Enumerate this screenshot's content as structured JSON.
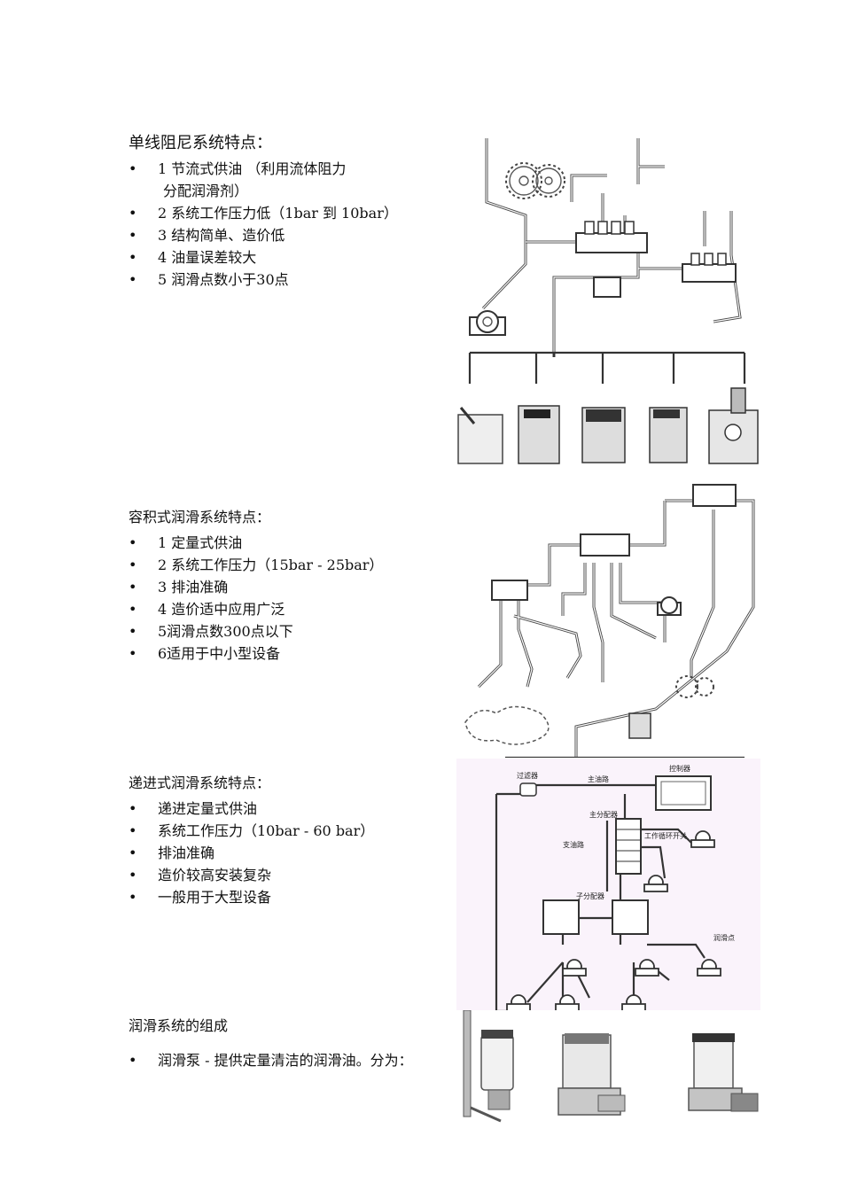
{
  "sections": [
    {
      "title": "单线阻尼系统特点：",
      "items": [
        {
          "line1": "1 节流式供油 （利用流体阻力",
          "line2": "分配润滑剂）"
        },
        {
          "line1": "2 系统工作压力低（1bar 到 10bar）"
        },
        {
          "line1": "3 结构简单、造价低"
        },
        {
          "line1": "4 油量误差较大"
        },
        {
          "line1": "5 润滑点数小于30点"
        }
      ]
    },
    {
      "title": "容积式润滑系统特点：",
      "items": [
        "1 定量式供油",
        "2 系统工作压力（15bar - 25bar）",
        "3 排油准确",
        "4 造价适中应用广泛",
        "5润滑点数300点以下",
        "6适用于中小型设备"
      ]
    },
    {
      "title": "递进式润滑系统特点：",
      "items": [
        "递进定量式供油",
        "系统工作压力（10bar - 60 bar）",
        "排油准确",
        "造价较高安装复杂",
        "一般用于大型设备"
      ]
    },
    {
      "title": "润滑系统的组成",
      "items": [
        "润滑泵 - 提供定量清洁的润滑油。分为："
      ]
    }
  ],
  "figure3": {
    "labels": {
      "filter": "过滤器",
      "main_line": "主油路",
      "controller": "控制器",
      "main_distributor": "主分配器",
      "cycle_switch": "工作循环开关",
      "branch_line": "支油路",
      "sub_distributor": "子分配器",
      "lube_point": "润滑点"
    }
  },
  "colors": {
    "text": "#111111",
    "line": "#333333",
    "fig3_bg": "#faf3fb"
  }
}
